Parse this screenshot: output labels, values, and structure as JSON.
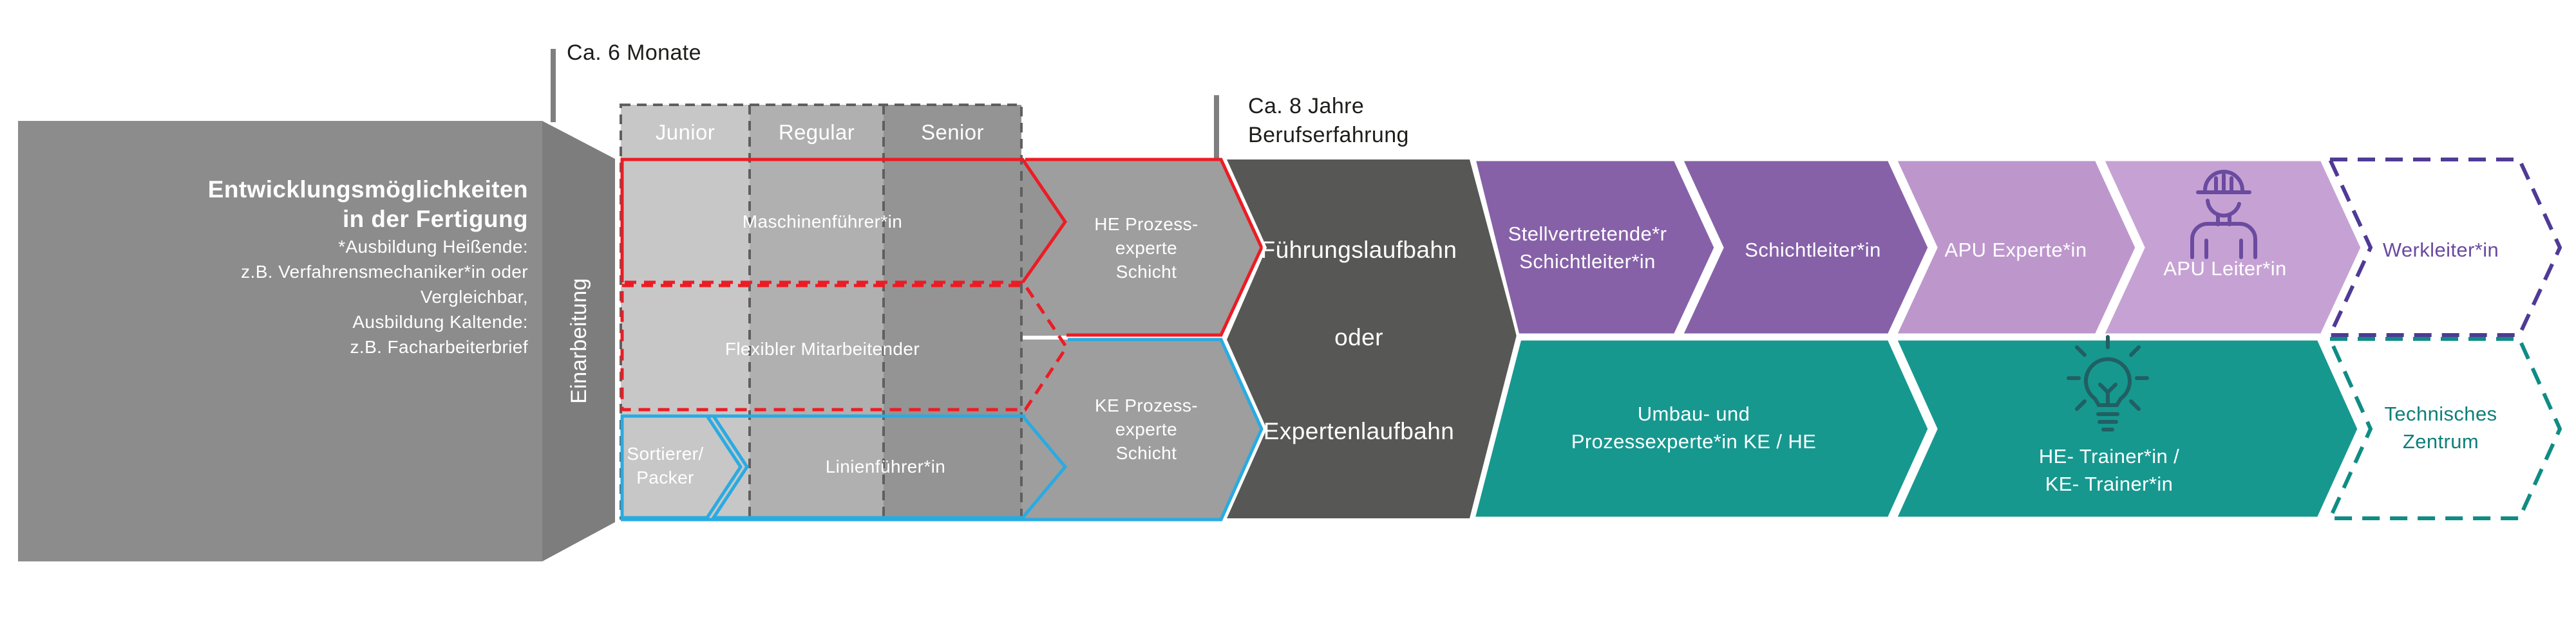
{
  "title_block": {
    "line1": "Entwicklungsmöglichkeiten",
    "line2": "in der Fertigung",
    "note1": "*Ausbildung Heißende:",
    "note2": "z.B. Verfahrensmechaniker*in oder",
    "note3": "Vergleichbar,",
    "note4": "Ausbildung Kaltende:",
    "note5": "z.B. Facharbeiterbrief"
  },
  "onboarding_label": "Einarbeitung",
  "timeline": {
    "six_months": "Ca. 6 Monate",
    "eight_years_line1": "Ca. 8 Jahre",
    "eight_years_line2": "Berufserfahrung"
  },
  "levels": {
    "junior": "Junior",
    "regular": "Regular",
    "senior": "Senior"
  },
  "shopfloor_roles": {
    "maschinenfuehrer": "Maschinenführer*in",
    "flexibler_mitarbeitender": "Flexibler Mitarbeitender",
    "sortierer_line1": "Sortierer/",
    "sortierer_line2": "Packer",
    "linienfuehrer": "Linienführer*in"
  },
  "expert_roles": {
    "he_line1": "HE Prozess-",
    "he_line2": "experte",
    "he_line3": "Schicht",
    "ke_line1": "KE Prozess-",
    "ke_line2": "experte",
    "ke_line3": "Schicht"
  },
  "tracks": {
    "leadership": "Führungslaufbahn",
    "or": "oder",
    "expert": "Expertenlaufbahn"
  },
  "leadership_path": {
    "stellvertretende_line1": "Stellvertretende*r",
    "stellvertretende_line2": "Schichtleiter*in",
    "schichtleiter": "Schichtleiter*in",
    "apu_experte": "APU Experte*in",
    "apu_leiter": "APU Leiter*in",
    "werkleiter": "Werkleiter*in"
  },
  "expert_path": {
    "umbau_line1": "Umbau- und",
    "umbau_line2": "Prozessexperte*in KE / HE",
    "trainer_line1": "HE- Trainer*in /",
    "trainer_line2": "KE- Trainer*in",
    "technisches_line1": "Technisches",
    "technisches_line2": "Zentrum"
  },
  "icons": {
    "apu_leiter": "construction-worker-icon",
    "trainer": "lightbulb-icon"
  },
  "colors": {
    "red": "#ec1c24",
    "blue": "#29abe2",
    "purple_dark": "#8661a8",
    "purple_light": "#bd97cc",
    "purple_lighter": "#c6a2d4",
    "purple_outline": "#4f3a96",
    "werkleiter_text": "#6a4aa0",
    "teal": "#16988f",
    "teal_outline": "#0f8c84",
    "technisches_text": "#0f7f7a",
    "dark_gray": "#575756"
  }
}
